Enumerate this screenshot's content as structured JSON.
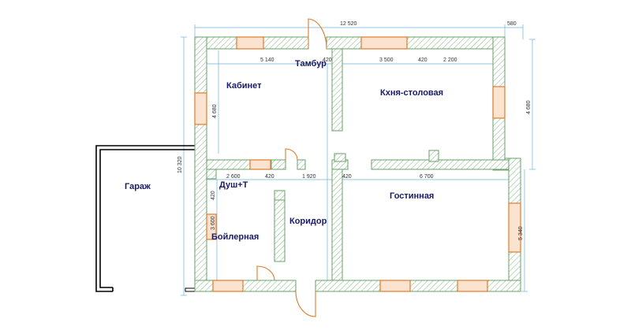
{
  "rooms": {
    "kabinet": "Кабинет",
    "tambur": "Тамбур",
    "kitchen": "Кхня-столовая",
    "garage": "Гараж",
    "shower": "Душ+Т",
    "corridor": "Коридор",
    "living": "Гостинная",
    "boiler": "Бойлерная"
  },
  "dimensions": {
    "top_total": "12 520",
    "top_right": "580",
    "kabinet_w": "5 140",
    "tambur_wall": "420",
    "kitchen_w": "3 500",
    "kitchen_wall": "420",
    "kitchen_right": "2 200",
    "mid_shower_w": "2 600",
    "mid_wall1": "420",
    "mid_corridor": "1 920",
    "mid_wall2": "420",
    "mid_living": "6 700",
    "left_total": "10 320",
    "kabinet_h": "4 680",
    "right_upper": "4 680",
    "boiler_h": "3 600",
    "right_lower": "5 340",
    "shower_wall": "420"
  },
  "colors": {
    "wall_hatch": "#6aa06a",
    "window": "#e07a2a",
    "dimension_line": "#6db4d8",
    "label": "#1a1a66"
  }
}
